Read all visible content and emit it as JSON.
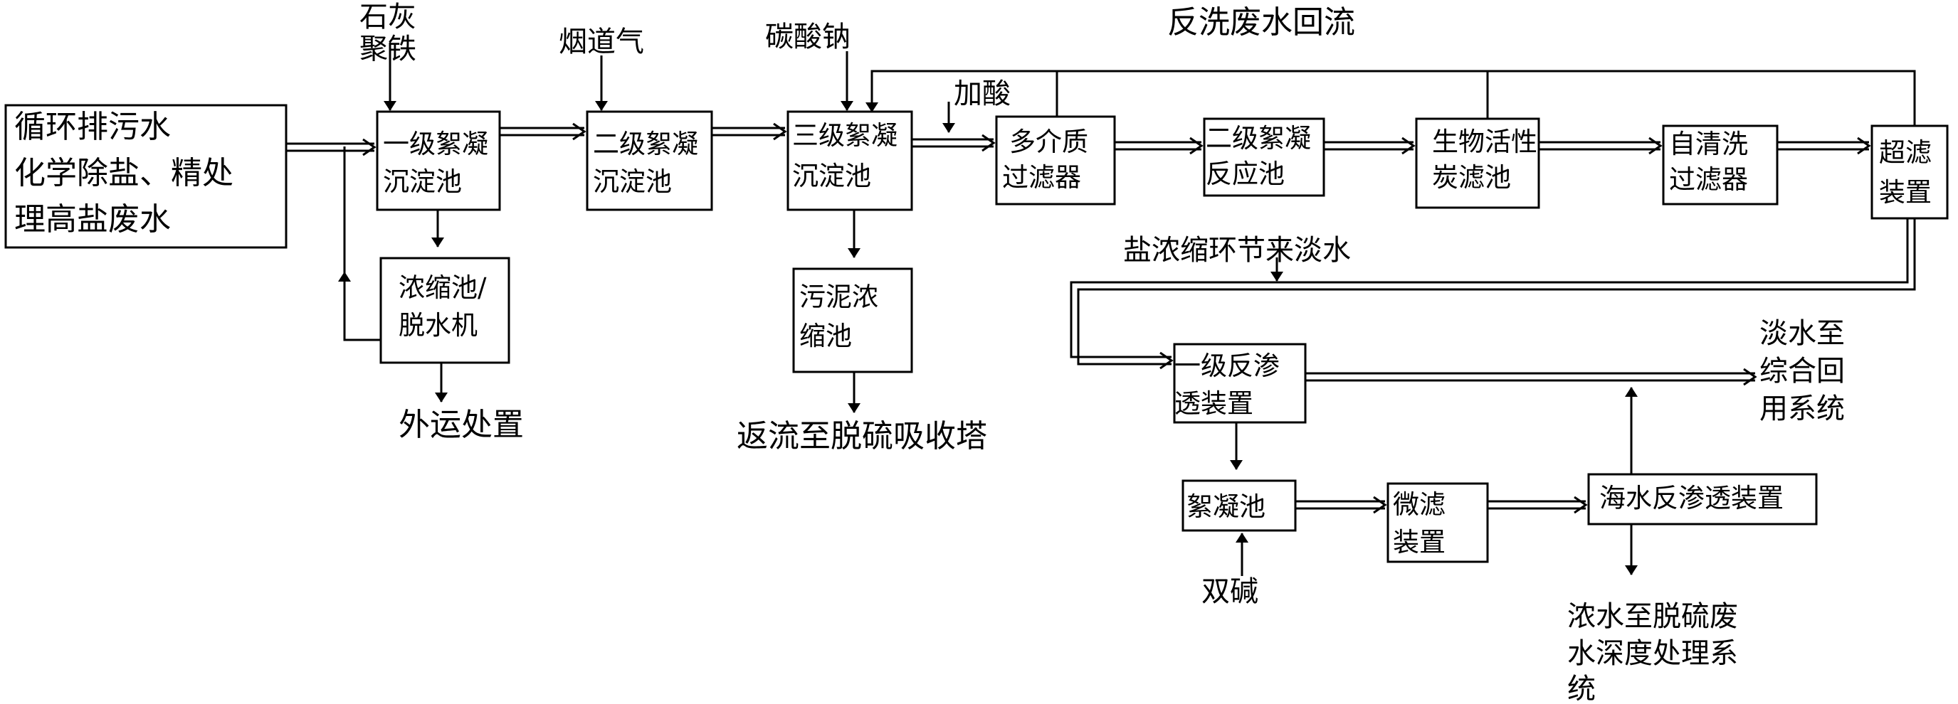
{
  "boxes": {
    "source": [
      "循环排污水",
      "化学除盐、精处",
      "理高盐废水"
    ],
    "coag1": [
      "一级絮凝",
      "沉淀池"
    ],
    "coag2": [
      "二级絮凝",
      "沉淀池"
    ],
    "coag3": [
      "三级絮凝",
      "沉淀池"
    ],
    "multimedia": [
      "多介质",
      "过滤器"
    ],
    "coag_react2": [
      "二级絮凝",
      "反应池"
    ],
    "bac": [
      "生物活性",
      "炭滤池"
    ],
    "selfclean": [
      "自清洗",
      "过滤器"
    ],
    "uf": [
      "超滤",
      "装置"
    ],
    "thickener": [
      "浓缩池/",
      "脱水机"
    ],
    "sludge": [
      "污泥浓",
      "缩池"
    ],
    "ro1": [
      "一级反渗",
      "透装置"
    ],
    "floc": [
      "絮凝池"
    ],
    "micro": [
      "微滤",
      "装置"
    ],
    "swro": [
      "海水反渗透装置"
    ]
  },
  "labels": {
    "lime": "石灰",
    "polyferric": "聚铁",
    "flue_gas": "烟道气",
    "soda": "碳酸钠",
    "backwash": "反洗废水回流",
    "acid": "加酸",
    "offsite": "外运处置",
    "return_desulf": "返流至脱硫吸收塔",
    "salt_conc": "盐浓缩环节来淡水",
    "fresh_out": [
      "淡水至",
      "综合回",
      "用系统"
    ],
    "double_alkali": "双碱",
    "brine_out": [
      "浓水至脱硫废",
      "水深度处理系",
      "统"
    ]
  }
}
